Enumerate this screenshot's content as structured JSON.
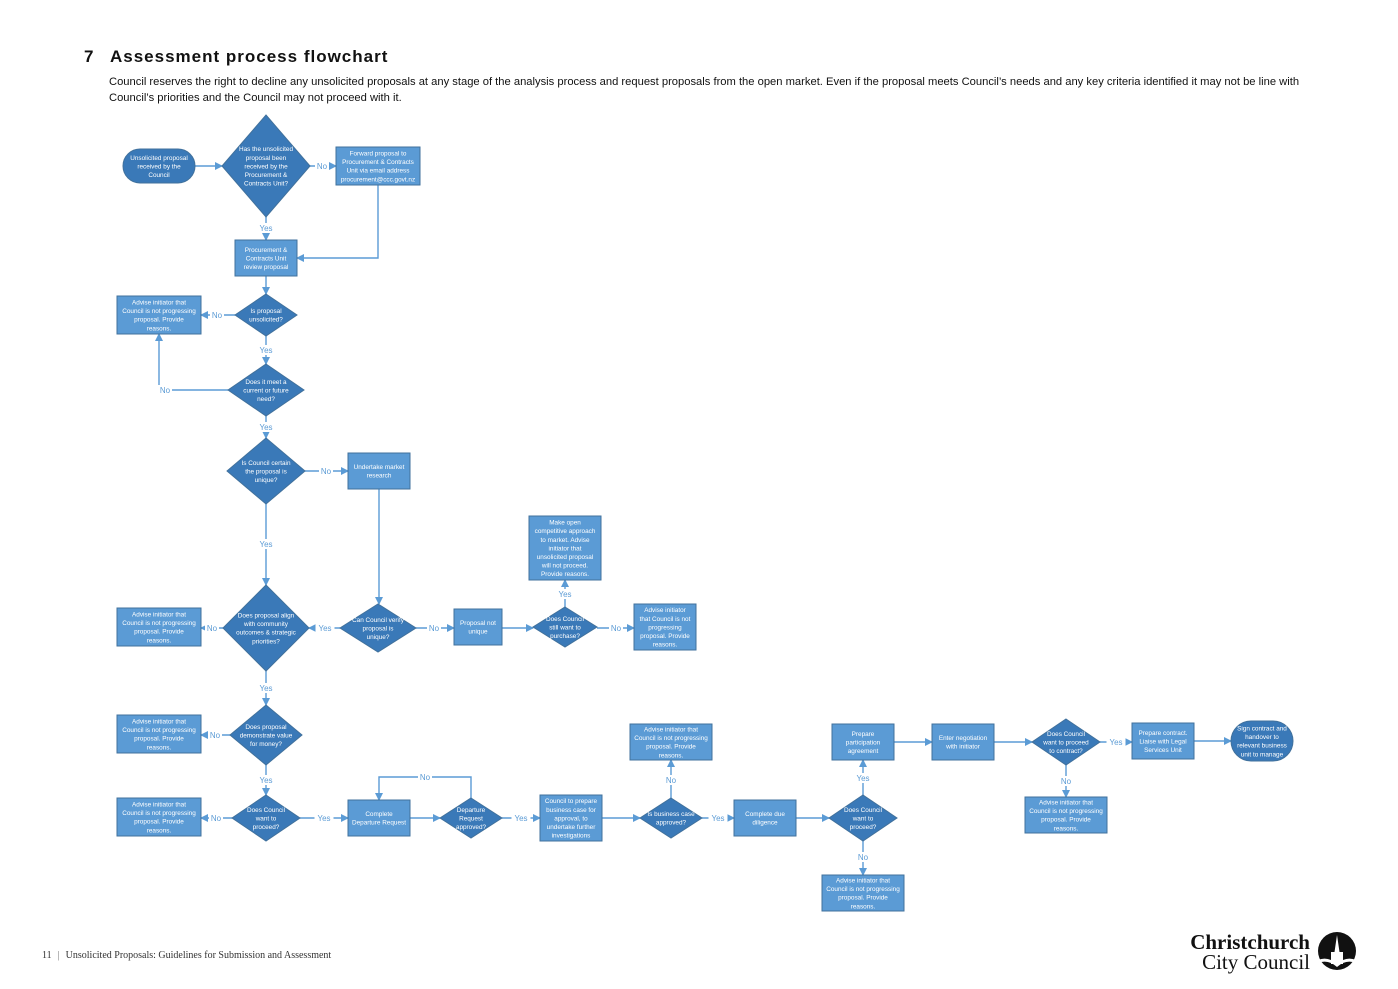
{
  "section": {
    "number": "7",
    "title": "Assessment process flowchart",
    "intro": "Council reserves the right to decline any unsolicited proposals at any stage of the analysis process and request proposals from the open market.  Even if the proposal meets Council’s needs and any key criteria identified it may not be line with Council’s priorities and the Council may not proceed with it."
  },
  "footer": {
    "page": "11",
    "separator": "|",
    "doc_title": "Unsolicited Proposals: Guidelines for Submission and Assessment"
  },
  "logo": {
    "line1": "Christchurch",
    "line2": "City Council"
  },
  "colors": {
    "node_fill": "#5B9BD5",
    "node_border": "#41719C",
    "diamond_fill": "#3A79B8",
    "arrow": "#5B9BD5",
    "label": "#5B9BD5"
  },
  "flow": {
    "nodes": [
      {
        "id": "start",
        "type": "terminal",
        "lines": [
          "Unsolicited proposal",
          "received by the",
          "Council"
        ]
      },
      {
        "id": "d_received",
        "type": "decision",
        "lines": [
          "Has the unsolicited",
          "proposal been",
          "received by the",
          "Procurement &",
          "Contracts Unit?"
        ]
      },
      {
        "id": "forward",
        "type": "process",
        "lines": [
          "Forward proposal to",
          "Procurement & Contracts",
          "Unit via email address",
          "procurement@ccc.govt.nz"
        ]
      },
      {
        "id": "review",
        "type": "process",
        "lines": [
          "Procurement &",
          "Contracts Unit",
          "review proposal"
        ]
      },
      {
        "id": "d_unsolicited",
        "type": "decision",
        "lines": [
          "Is proposal",
          "unsolicited?"
        ]
      },
      {
        "id": "advise1",
        "type": "process",
        "lines": [
          "Advise initiator that",
          "Council is not progressing",
          "proposal.  Provide",
          "reasons."
        ]
      },
      {
        "id": "d_need",
        "type": "decision",
        "lines": [
          "Does it meet a",
          "current or future",
          "need?"
        ]
      },
      {
        "id": "d_unique",
        "type": "decision",
        "lines": [
          "Is Council certain",
          "the proposal is",
          "unique?"
        ]
      },
      {
        "id": "market",
        "type": "process",
        "lines": [
          "Undertake market",
          "research"
        ]
      },
      {
        "id": "d_align",
        "type": "decision",
        "lines": [
          "Does proposal align",
          "with community",
          "outcomes & strategic",
          "priorities?"
        ]
      },
      {
        "id": "advise2",
        "type": "process",
        "lines": [
          "Advise initiator that",
          "Council is not progressing",
          "proposal.  Provide",
          "reasons."
        ]
      },
      {
        "id": "d_verify",
        "type": "decision",
        "lines": [
          "Can Council verify",
          "proposal is",
          "unique?"
        ]
      },
      {
        "id": "notunique",
        "type": "process",
        "lines": [
          "Proposal not",
          "unique"
        ]
      },
      {
        "id": "d_purchase",
        "type": "decision",
        "lines": [
          "Does Council",
          "still want to",
          "purchase?"
        ]
      },
      {
        "id": "open",
        "type": "process",
        "lines": [
          "Make open",
          "competitive approach",
          "to market.  Advise",
          "initiator that",
          "unsolicited proposal",
          "will not proceed.",
          "Provide reasons."
        ]
      },
      {
        "id": "advise3",
        "type": "process",
        "lines": [
          "Advise initiator",
          "that Council is not",
          "progressing",
          "proposal.  Provide",
          "reasons."
        ]
      },
      {
        "id": "d_value",
        "type": "decision",
        "lines": [
          "Does proposal",
          "demonstrate value",
          "for money?"
        ]
      },
      {
        "id": "advise4",
        "type": "process",
        "lines": [
          "Advise initiator that",
          "Council is not progressing",
          "proposal.  Provide",
          "reasons."
        ]
      },
      {
        "id": "d_proceed1",
        "type": "decision",
        "lines": [
          "Does Council",
          "want to",
          "proceed?"
        ]
      },
      {
        "id": "advise5",
        "type": "process",
        "lines": [
          "Advise initiator that",
          "Council is not progressing",
          "proposal.  Provide",
          "reasons."
        ]
      },
      {
        "id": "departure",
        "type": "process",
        "lines": [
          "Complete",
          "Departure Request"
        ]
      },
      {
        "id": "d_departure",
        "type": "decision",
        "lines": [
          "Departure",
          "Request",
          "approved?"
        ]
      },
      {
        "id": "bizcase",
        "type": "process",
        "lines": [
          "Council to prepare",
          "business case for",
          "approval, to",
          "undertake further",
          "investigations"
        ]
      },
      {
        "id": "d_bizcase",
        "type": "decision",
        "lines": [
          "Is business case",
          "approved?"
        ]
      },
      {
        "id": "advise6",
        "type": "process",
        "lines": [
          "Advise initiator that",
          "Council is not progressing",
          "proposal.  Provide",
          "reasons."
        ]
      },
      {
        "id": "diligence",
        "type": "process",
        "lines": [
          "Complete due",
          "diligence"
        ]
      },
      {
        "id": "d_proceed2",
        "type": "decision",
        "lines": [
          "Does Council",
          "want to",
          "proceed?"
        ]
      },
      {
        "id": "advise7",
        "type": "process",
        "lines": [
          "Advise initiator that",
          "Council is not progressing",
          "proposal.  Provide",
          "reasons."
        ]
      },
      {
        "id": "participation",
        "type": "process",
        "lines": [
          "Prepare",
          "participation",
          "agreement"
        ]
      },
      {
        "id": "negotiation",
        "type": "process",
        "lines": [
          "Enter negotiation",
          "with initiator"
        ]
      },
      {
        "id": "d_contract",
        "type": "decision",
        "lines": [
          "Does Council",
          "want to proceed",
          "to contract?"
        ]
      },
      {
        "id": "advise8",
        "type": "process",
        "lines": [
          "Advise initiator that",
          "Council is not progressing",
          "proposal.  Provide",
          "reasons."
        ]
      },
      {
        "id": "prepcontract",
        "type": "process",
        "lines": [
          "Prepare contract.",
          "Liaise with Legal",
          "Services Unit"
        ]
      },
      {
        "id": "sign",
        "type": "terminal",
        "lines": [
          "Sign contract and",
          "handover to",
          "relevant business",
          "unit to manage"
        ]
      }
    ],
    "edges": [
      {
        "from": "start",
        "to": "d_received"
      },
      {
        "from": "d_received",
        "to": "forward",
        "label": "No"
      },
      {
        "from": "d_received",
        "to": "review",
        "label": "Yes"
      },
      {
        "from": "forward",
        "to": "review"
      },
      {
        "from": "review",
        "to": "d_unsolicited"
      },
      {
        "from": "d_unsolicited",
        "to": "advise1",
        "label": "No"
      },
      {
        "from": "d_unsolicited",
        "to": "d_need",
        "label": "Yes"
      },
      {
        "from": "d_need",
        "to": "advise1",
        "label": "No"
      },
      {
        "from": "d_need",
        "to": "d_unique",
        "label": "Yes"
      },
      {
        "from": "d_unique",
        "to": "market",
        "label": "No"
      },
      {
        "from": "d_unique",
        "to": "d_align",
        "label": "Yes"
      },
      {
        "from": "market",
        "to": "d_verify"
      },
      {
        "from": "d_verify",
        "to": "d_align",
        "label": "Yes"
      },
      {
        "from": "d_verify",
        "to": "notunique",
        "label": "No"
      },
      {
        "from": "notunique",
        "to": "d_purchase"
      },
      {
        "from": "d_purchase",
        "to": "open",
        "label": "Yes"
      },
      {
        "from": "d_purchase",
        "to": "advise3",
        "label": "No"
      },
      {
        "from": "d_align",
        "to": "advise2",
        "label": "No"
      },
      {
        "from": "d_align",
        "to": "d_value",
        "label": "Yes"
      },
      {
        "from": "d_value",
        "to": "advise4",
        "label": "No"
      },
      {
        "from": "d_value",
        "to": "d_proceed1",
        "label": "Yes"
      },
      {
        "from": "d_proceed1",
        "to": "advise5",
        "label": "No"
      },
      {
        "from": "d_proceed1",
        "to": "departure",
        "label": "Yes"
      },
      {
        "from": "departure",
        "to": "d_departure"
      },
      {
        "from": "d_departure",
        "to": "departure",
        "label": "No"
      },
      {
        "from": "d_departure",
        "to": "bizcase",
        "label": "Yes"
      },
      {
        "from": "bizcase",
        "to": "d_bizcase"
      },
      {
        "from": "d_bizcase",
        "to": "advise6",
        "label": "No"
      },
      {
        "from": "d_bizcase",
        "to": "diligence",
        "label": "Yes"
      },
      {
        "from": "diligence",
        "to": "d_proceed2"
      },
      {
        "from": "d_proceed2",
        "to": "participation",
        "label": "Yes"
      },
      {
        "from": "d_proceed2",
        "to": "advise7",
        "label": "No"
      },
      {
        "from": "participation",
        "to": "negotiation"
      },
      {
        "from": "negotiation",
        "to": "d_contract"
      },
      {
        "from": "d_contract",
        "to": "prepcontract",
        "label": "Yes"
      },
      {
        "from": "d_contract",
        "to": "advise8",
        "label": "No"
      },
      {
        "from": "prepcontract",
        "to": "sign"
      }
    ]
  }
}
